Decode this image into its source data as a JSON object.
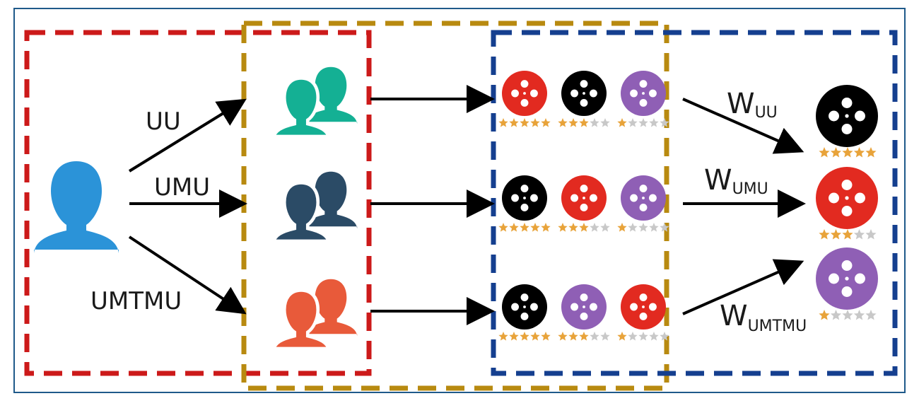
{
  "paths": {
    "uu": "UU",
    "umu": "UMU",
    "umtmu": "UMTMU"
  },
  "weights": {
    "w_letter": "W",
    "uu_sub": "UU",
    "umu_sub": "UMU",
    "umtmu_sub": "UMTMU"
  },
  "colors": {
    "frame_border": "#1f5a8a",
    "red_box": "#cc1a1a",
    "gold_box": "#b88a10",
    "blue_box": "#153f8f",
    "user_blue": "#2b93d8",
    "group_teal": "#14b094",
    "group_navy": "#2b4b66",
    "group_orange": "#e85a3a",
    "reel_red": "#e22a20",
    "reel_black": "#000000",
    "reel_purple": "#8f5fb5",
    "star_on": "#e8a33a",
    "star_off": "#c8c8c8"
  },
  "rows": [
    {
      "group_icon": "users-teal-icon",
      "items": [
        {
          "reel": "red",
          "stars": 5
        },
        {
          "reel": "black",
          "stars": 3
        },
        {
          "reel": "purple",
          "stars": 1
        }
      ]
    },
    {
      "group_icon": "users-navy-icon",
      "items": [
        {
          "reel": "black",
          "stars": 5
        },
        {
          "reel": "red",
          "stars": 3
        },
        {
          "reel": "purple",
          "stars": 1
        }
      ]
    },
    {
      "group_icon": "users-orange-icon",
      "items": [
        {
          "reel": "black",
          "stars": 5
        },
        {
          "reel": "purple",
          "stars": 3
        },
        {
          "reel": "red",
          "stars": 1
        }
      ]
    }
  ],
  "results": [
    {
      "reel": "black",
      "stars": 5
    },
    {
      "reel": "red",
      "stars": 3
    },
    {
      "reel": "purple",
      "stars": 1
    }
  ],
  "icons": {
    "source_user": "user-icon",
    "reel": "film-reel-icon",
    "star": "star-icon"
  }
}
